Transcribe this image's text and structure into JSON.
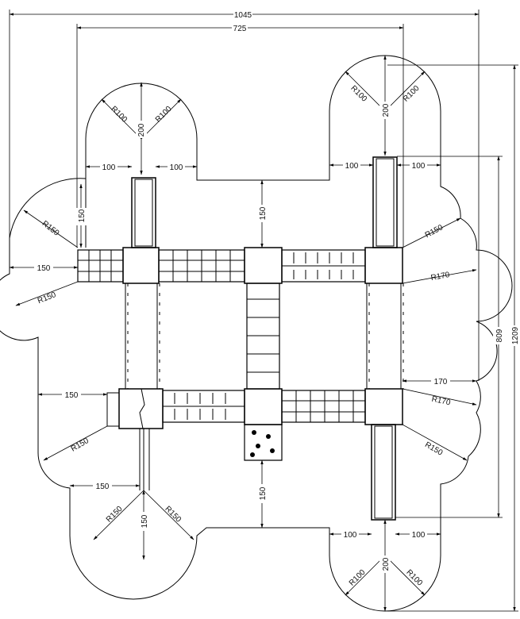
{
  "drawing": {
    "overall_width": "1045",
    "inner_width": "725",
    "overall_height": "1209",
    "inner_height": "809",
    "labels": {
      "r100": "R100",
      "r150": "R150",
      "r170": "R170",
      "d100": "100",
      "d150": "150",
      "d170": "170",
      "d200": "200"
    }
  },
  "colors": {
    "line": "#000000",
    "background": "#ffffff"
  }
}
